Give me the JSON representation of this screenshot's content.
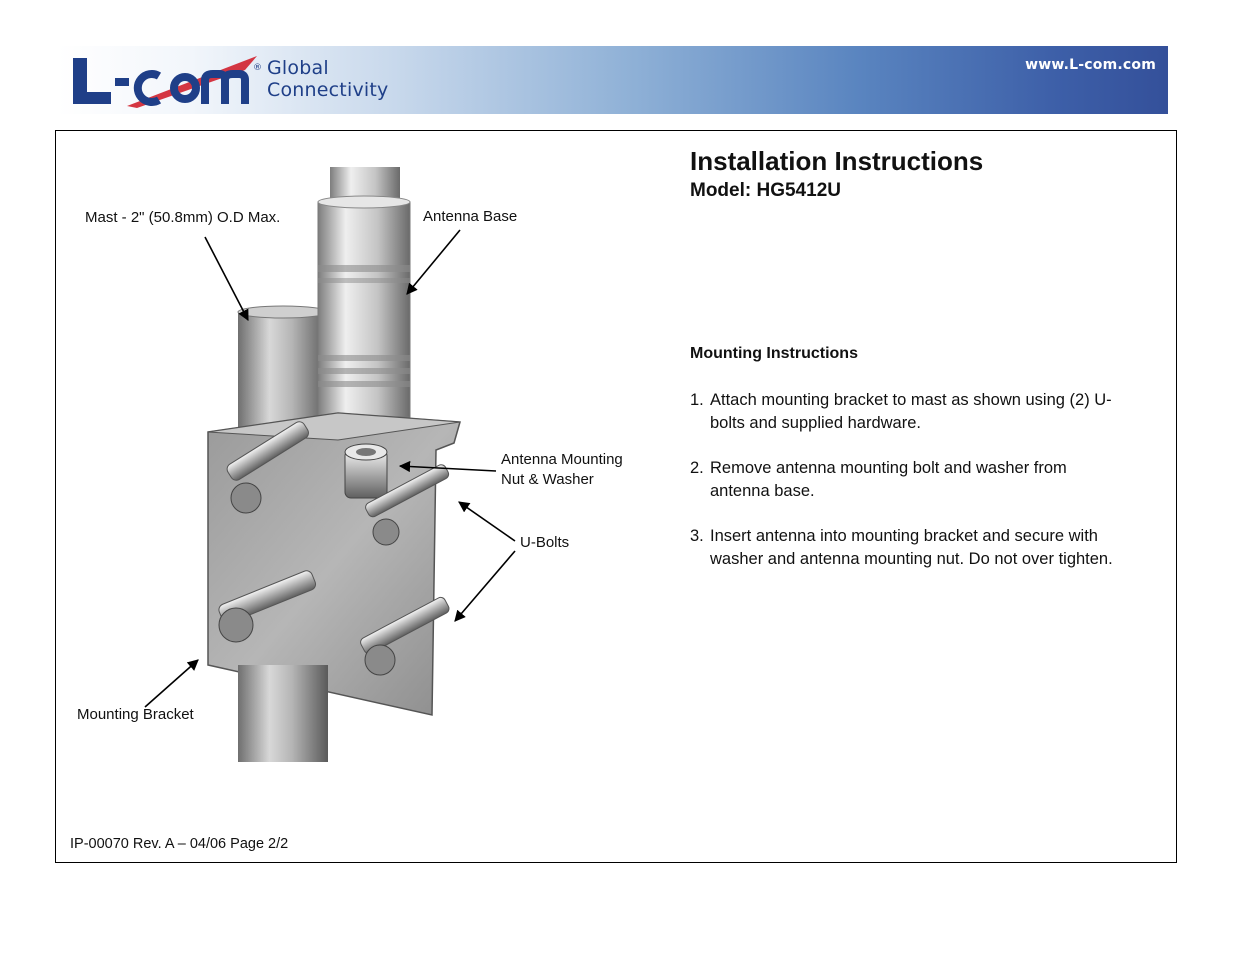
{
  "header": {
    "logo_brand": "L-com",
    "logo_tagline_line1": "Global",
    "logo_tagline_line2": "Connectivity",
    "website": "www.L-com.com",
    "colors": {
      "brand_blue": "#1f3f88",
      "brand_red": "#d0202e",
      "banner_dark": "#34509a"
    }
  },
  "document": {
    "title": "Installation Instructions",
    "model": "Model: HG5412U",
    "mounting_heading": "Mounting Instructions",
    "steps": [
      {
        "num": "1.",
        "text": "Attach mounting bracket to mast as shown using (2) U-bolts and supplied hardware."
      },
      {
        "num": "2.",
        "text": "Remove antenna mounting bolt and washer from antenna base."
      },
      {
        "num": "3.",
        "text": "Insert antenna into mounting bracket and secure with washer and antenna mounting nut. Do not over tighten."
      }
    ],
    "footer": "IP-00070 Rev. A – 04/06 Page 2/2"
  },
  "figure": {
    "callouts": {
      "mast": "Mast - 2\" (50.8mm) O.D Max.",
      "antenna_base": "Antenna Base",
      "mounting_nut_line1": "Antenna Mounting",
      "mounting_nut_line2": "Nut & Washer",
      "u_bolts": "U-Bolts",
      "mounting_bracket": "Mounting Bracket"
    }
  }
}
